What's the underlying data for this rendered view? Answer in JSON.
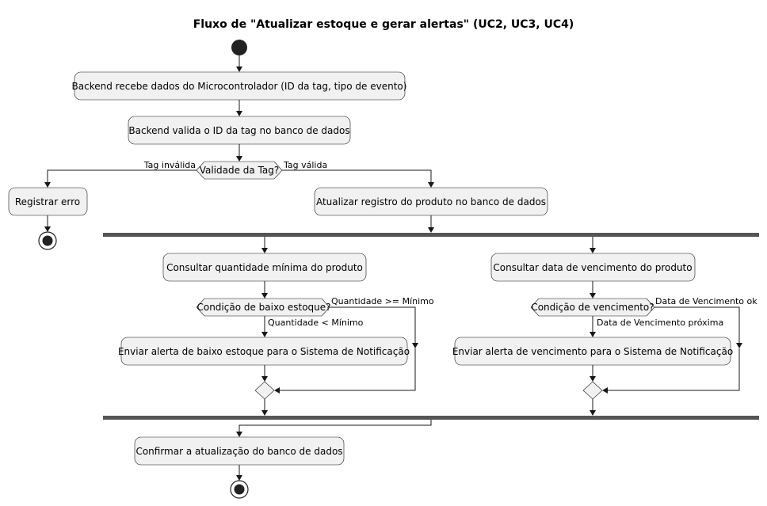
{
  "title": "Fluxo de \"Atualizar estoque e gerar alertas\" (UC2, UC3, UC4)",
  "activities": {
    "receive": "Backend recebe dados do Microcontrolador (ID da tag, tipo de evento)",
    "validate": "Backend valida o ID da tag no banco de dados",
    "log_error": "Registrar erro",
    "update_record": "Atualizar registro do produto no banco de dados",
    "check_min": "Consultar quantidade mínima do produto",
    "check_expiry": "Consultar data de vencimento do produto",
    "alert_low": "Enviar alerta de baixo estoque para o Sistema de Notificação",
    "alert_expiry": "Enviar alerta de vencimento para o Sistema de Notificação",
    "confirm": "Confirmar a atualização do banco de dados"
  },
  "decisions": {
    "tag_valid": {
      "question": "Validade da Tag?",
      "no": "Tag inválida",
      "yes": "Tag válida"
    },
    "low_stock": {
      "question": "Condição de baixo estoque?",
      "yes": "Quantidade < Mínimo",
      "no": "Quantidade >= Mínimo"
    },
    "expiry": {
      "question": "Condição de vencimento?",
      "yes": "Data de Vencimento próxima",
      "no": "Data de Vencimento ok"
    }
  },
  "colors": {
    "node_fill": "#f1f1f1",
    "line": "#181818",
    "fork_bar": "#555555"
  }
}
